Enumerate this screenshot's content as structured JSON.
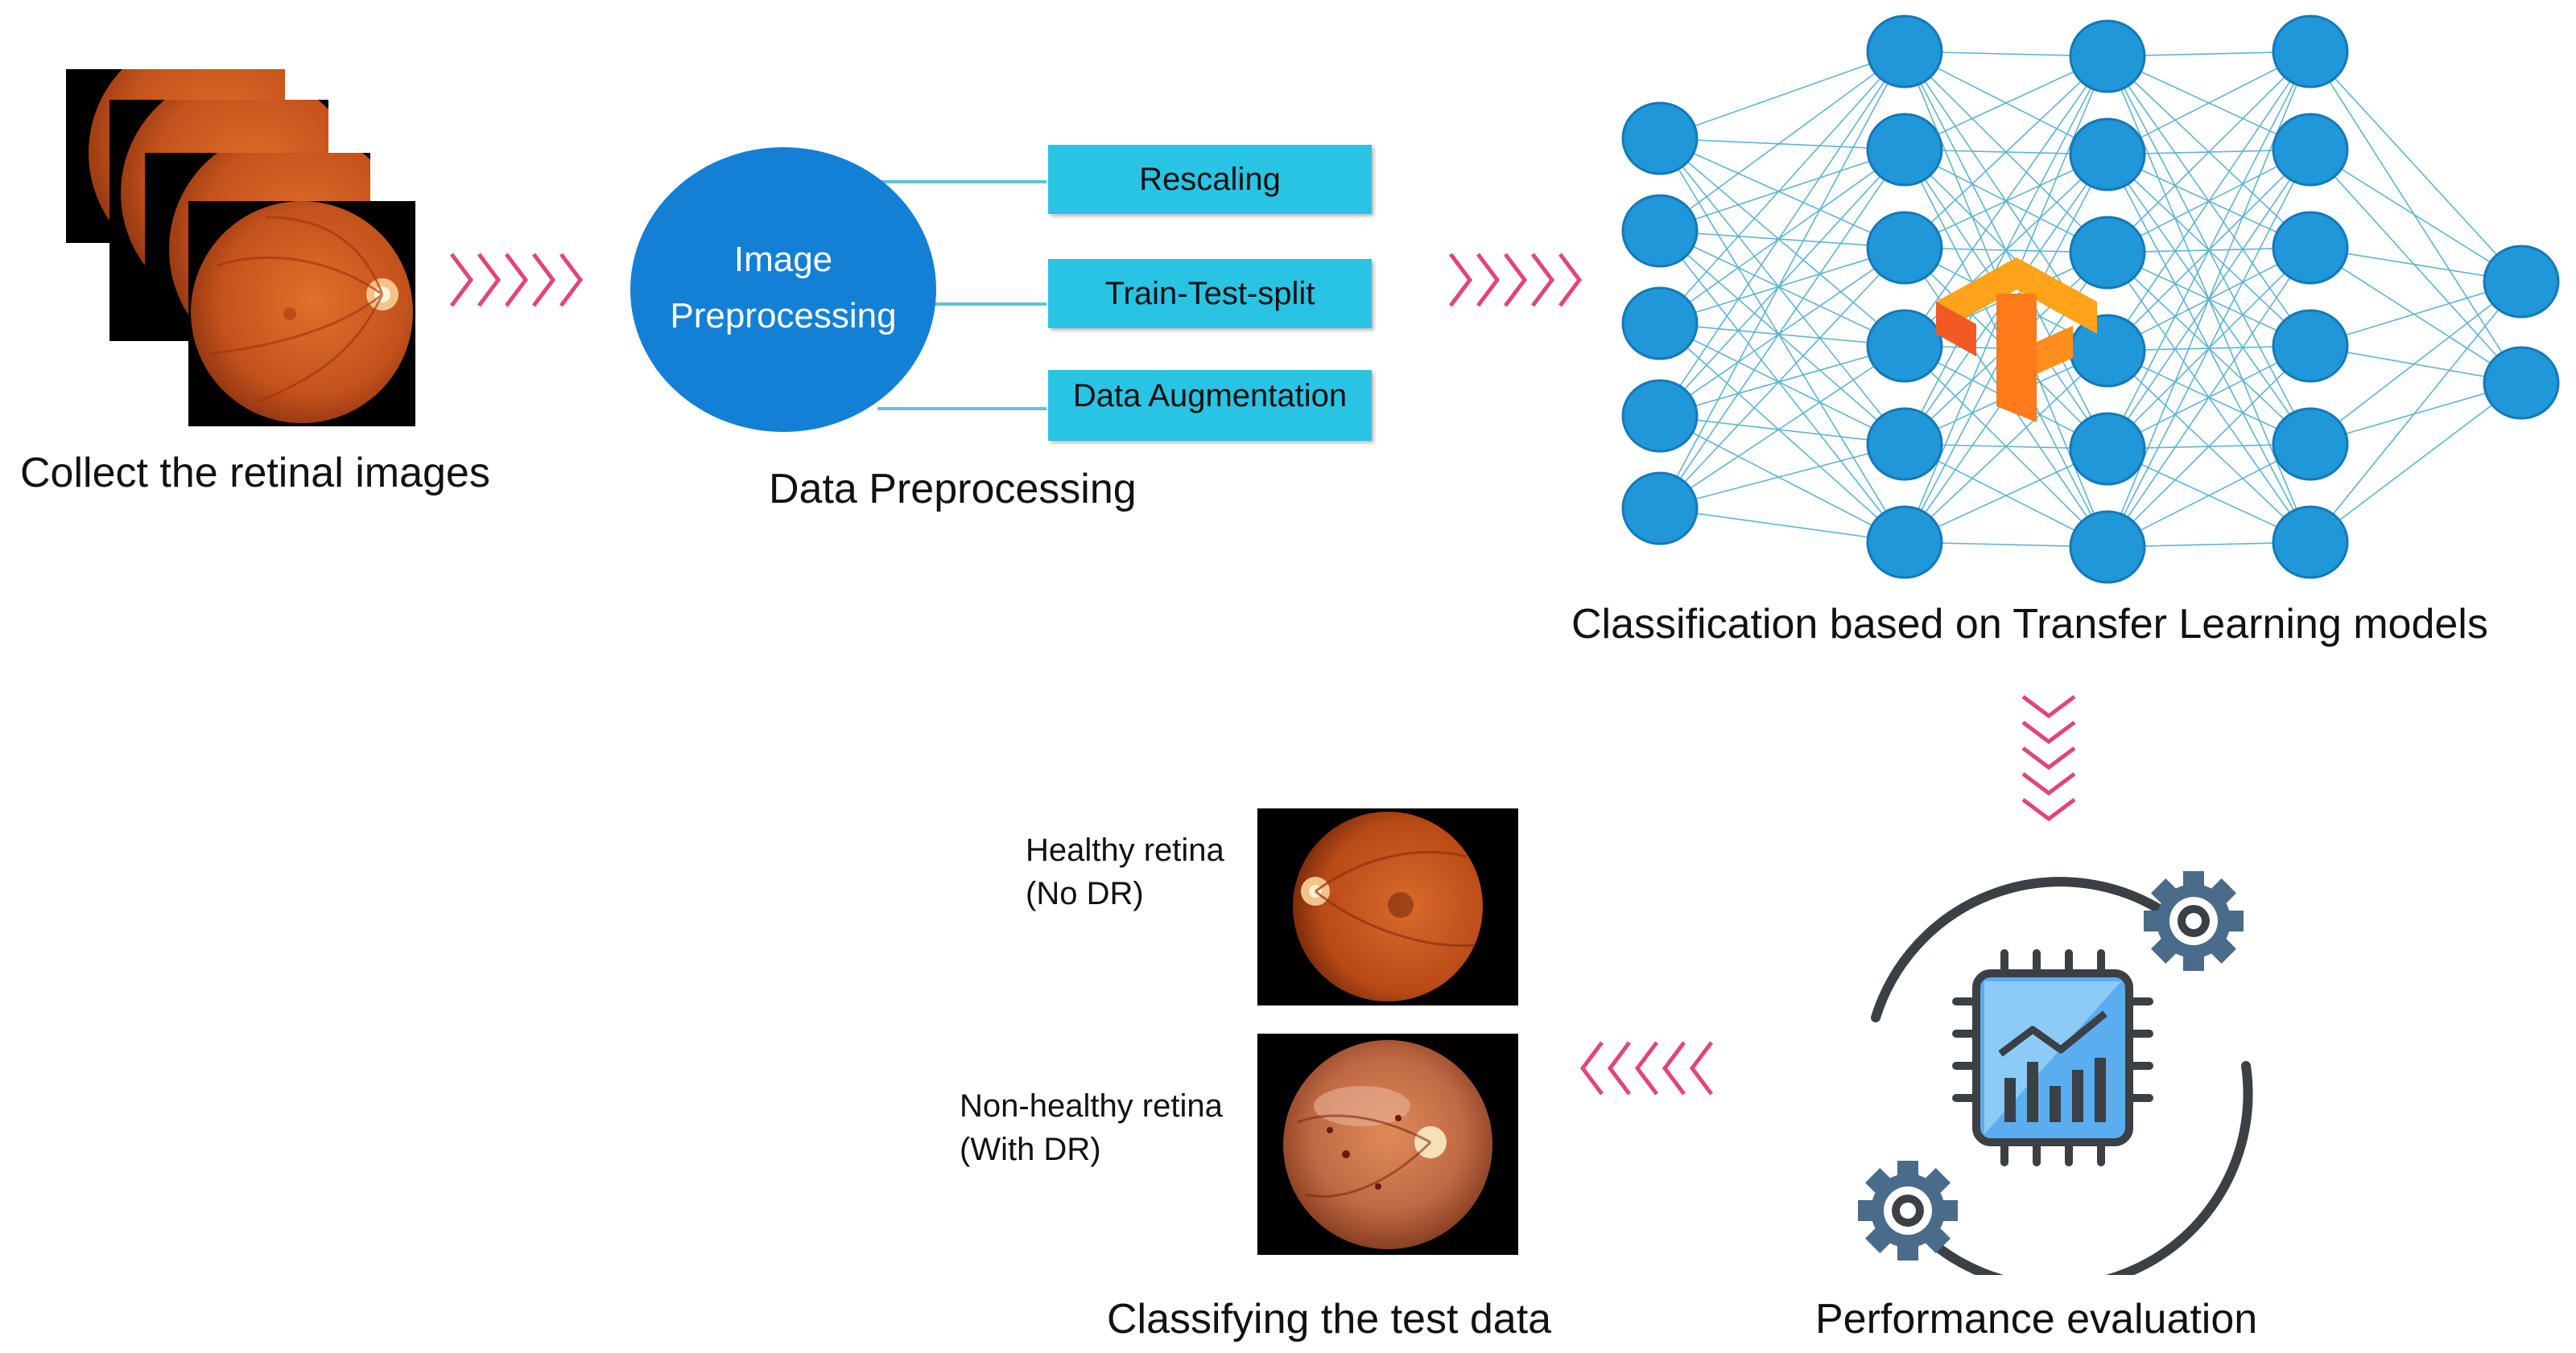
{
  "steps": {
    "collect": "Collect the retinal images",
    "preprocess": "Data Preprocessing",
    "classify_models": "Classification based on Transfer Learning models",
    "evaluate": "Performance evaluation",
    "classify_test": "Classifying the test data"
  },
  "preprocessing": {
    "circle_line1": "Image",
    "circle_line2": "Preprocessing",
    "boxes": [
      "Rescaling",
      "Train-Test-split",
      "Data Augmentation"
    ]
  },
  "results": {
    "healthy": "Healthy retina\n(No DR)",
    "non_healthy": "Non-healthy retina\n(With DR)"
  },
  "network": {
    "layers": [
      5,
      6,
      6,
      6,
      2
    ]
  },
  "icons": {
    "arrows": "chevron-arrows",
    "network_logo": "tensorflow-logo",
    "evaluation": "chip-chart-gears-icon"
  },
  "colors": {
    "accent_arrow": "#e0457b",
    "node": "#1f97d8",
    "box": "#29c3e3",
    "circle": "#1380d6",
    "retina": "#c4521c"
  }
}
